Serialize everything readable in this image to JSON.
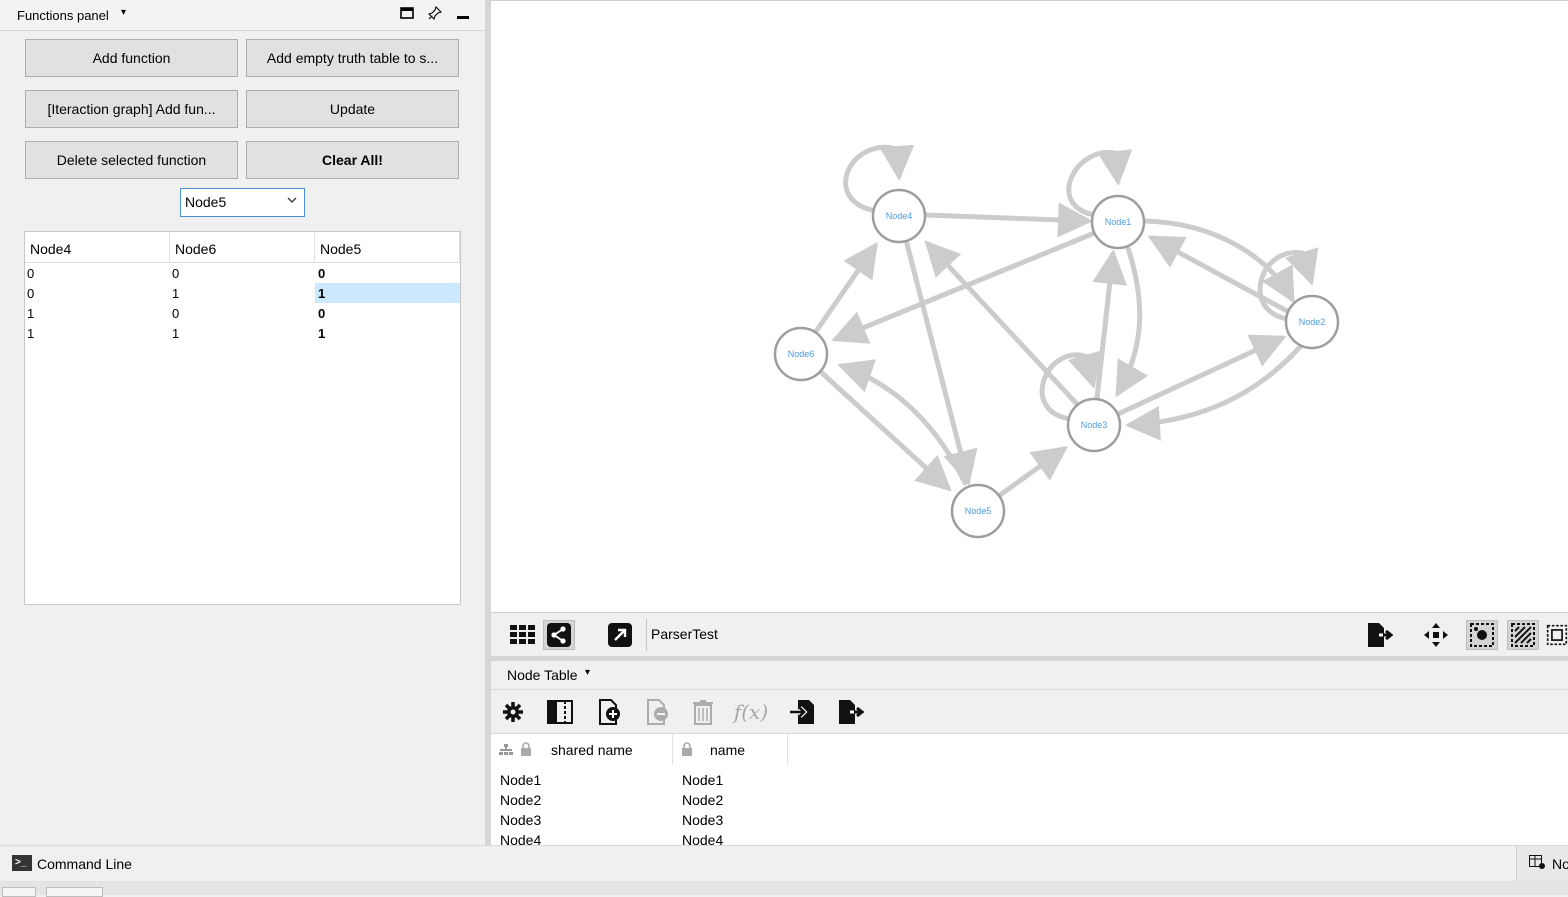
{
  "functions_panel": {
    "title": "Functions panel",
    "caret": "▾",
    "buttons": {
      "add_function": "Add function",
      "add_empty_truth_table": "Add empty truth table to s...",
      "interaction_graph_add": "[Iteraction graph] Add fun...",
      "update": "Update",
      "delete_selected": "Delete selected function",
      "clear_all": "Clear All!"
    },
    "node_select": {
      "value": "Node5"
    },
    "truth_table": {
      "headers": [
        "Node4",
        "Node6",
        "Node5"
      ],
      "rows": [
        [
          "0",
          "0",
          "0"
        ],
        [
          "0",
          "1",
          "1"
        ],
        [
          "1",
          "0",
          "0"
        ],
        [
          "1",
          "1",
          "1"
        ]
      ],
      "selected_row": 1
    }
  },
  "network": {
    "title": "ParserTest",
    "nodes": [
      "Node1",
      "Node2",
      "Node3",
      "Node4",
      "Node5",
      "Node6"
    ],
    "node_label_color": "#4a9be0",
    "edge_color": "#cccccc",
    "node_border_color": "#9e9e9e"
  },
  "node_table": {
    "title": "Node Table",
    "caret": "▾",
    "columns": [
      "shared name",
      "name"
    ],
    "rows": [
      [
        "Node1",
        "Node1"
      ],
      [
        "Node2",
        "Node2"
      ],
      [
        "Node3",
        "Node3"
      ],
      [
        "Node4",
        "Node4"
      ]
    ],
    "fx_label": "f(x)"
  },
  "status_bar": {
    "command_line": "Command Line",
    "right_tab": "No"
  }
}
